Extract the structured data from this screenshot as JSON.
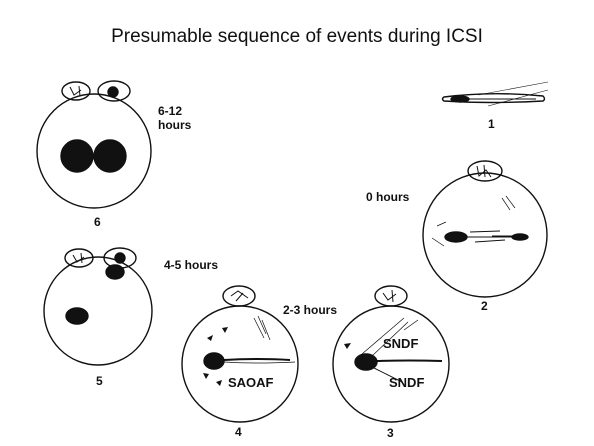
{
  "title": "Presumable sequence of events during ICSI",
  "stages": [
    {
      "id": "1",
      "number": "1"
    },
    {
      "id": "2",
      "number": "2",
      "time": "0 hours"
    },
    {
      "id": "3",
      "number": "3",
      "labels": [
        "SNDF",
        "SNDF"
      ]
    },
    {
      "id": "4",
      "number": "4",
      "labels": [
        "SAOAF"
      ]
    },
    {
      "id": "5",
      "number": "5",
      "time": "4-5 hours"
    },
    {
      "id": "6",
      "number": "6",
      "time_line1": "6-12",
      "time_line2": "hours"
    }
  ],
  "between_time": "2-3 hours"
}
